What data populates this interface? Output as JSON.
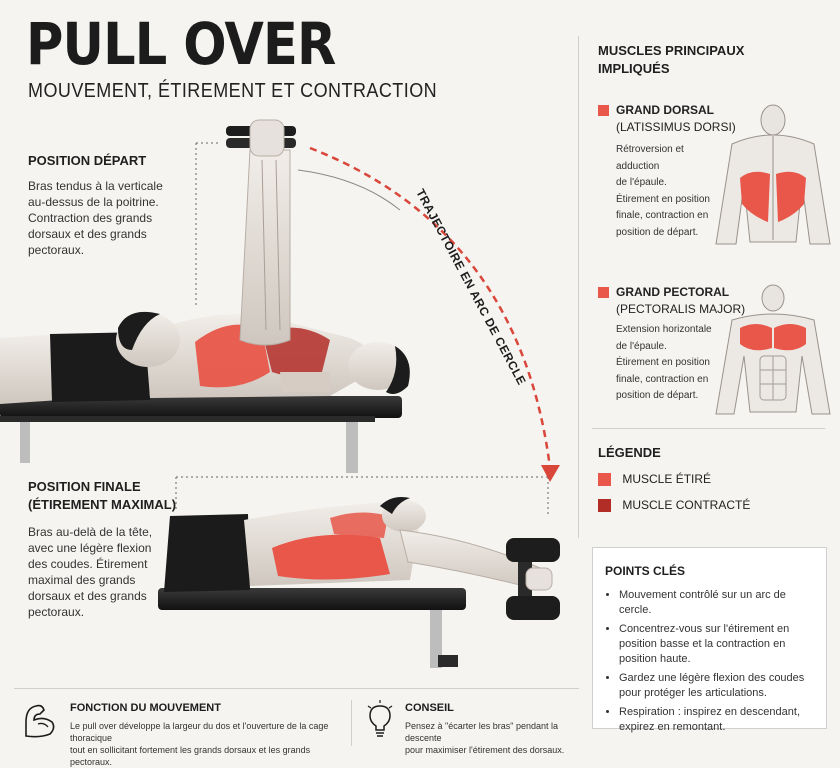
{
  "header": {
    "title": "PULL OVER",
    "subtitle": "MOUVEMENT, ÉTIREMENT ET CONTRACTION"
  },
  "positions": {
    "start": {
      "heading": "POSITION DÉPART",
      "lines": [
        "Bras tendus à la verticale",
        "au-dessus de la poitrine.",
        "Contraction des grands",
        "dorsaux et des grands",
        "pectoraux."
      ]
    },
    "end": {
      "heading_line1": "POSITION FINALE",
      "heading_line2": "(ÉTIREMENT MAXIMAL)",
      "lines": [
        "Bras au-delà de la tête,",
        "avec une légère flexion",
        "des coudes. Étirement",
        "maximal des grands",
        "dorsaux et des grands",
        "pectoraux."
      ]
    },
    "arc_label": "TRAJECTOIRE EN ARC DE CERCLE"
  },
  "muscles": {
    "heading_line1": "MUSCLES PRINCIPAUX",
    "heading_line2": "IMPLIQUÉS",
    "dorsal": {
      "name_line1": "GRAND DORSAL",
      "name_line2": "(LATISSIMUS DORSI)",
      "lines": [
        "Rétroversion et adduction",
        "de l'épaule.",
        "Étirement en position",
        "finale, contraction en",
        "position de départ."
      ]
    },
    "pectoral": {
      "name_line1": "GRAND PECTORAL",
      "name_line2": "(PECTORALIS MAJOR)",
      "lines": [
        "Extension horizontale",
        "de l'épaule.",
        "Étirement en position",
        "finale, contraction en",
        "position de départ."
      ]
    }
  },
  "legend": {
    "heading": "LÉGENDE",
    "stretched": "MUSCLE ÉTIRÉ",
    "contracted": "MUSCLE CONTRACTÉ"
  },
  "key_points": {
    "heading": "POINTS CLÉS",
    "items": [
      "Mouvement contrôlé sur un arc de cercle.",
      "Concentrez-vous sur l'étirement en position basse et la contraction en position haute.",
      "Gardez une légère flexion des coudes pour protéger les articulations.",
      "Respiration : inspirez en descendant, expirez en remontant."
    ]
  },
  "footer": {
    "function": {
      "heading": "FONCTION DU MOUVEMENT",
      "line1": "Le pull over développe la largeur du dos et l'ouverture de la cage thoracique",
      "line2": "tout en sollicitant fortement les grands dorsaux et les grands pectoraux."
    },
    "tip": {
      "heading": "CONSEIL",
      "line1": "Pensez à \"écarter les bras\" pendant la descente",
      "line2": "pour maximiser l'étirement des dorsaux."
    }
  },
  "colors": {
    "stretched": "#e8574a",
    "contracted": "#b32d27",
    "arc": "#d9463a",
    "ink": "#1c1c1c"
  },
  "icons": [
    "biceps-icon",
    "lightbulb-icon",
    "dumbbell-icon"
  ]
}
